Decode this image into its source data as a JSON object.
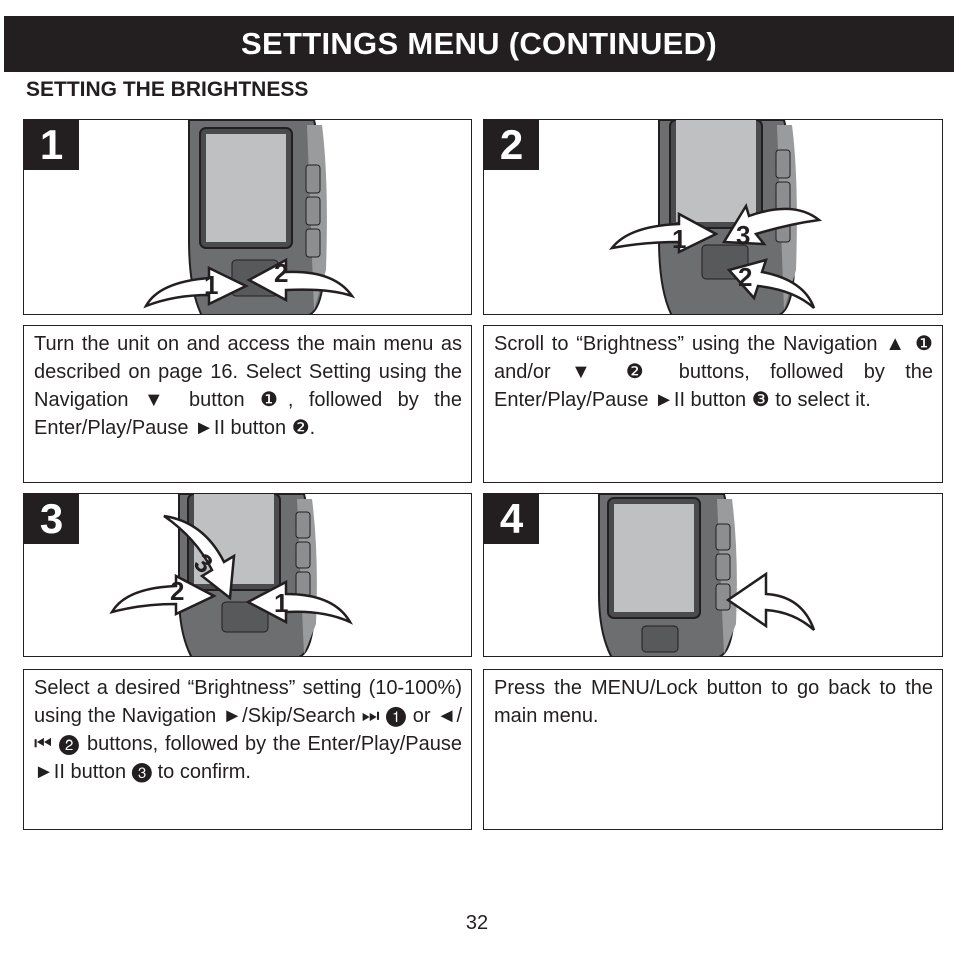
{
  "header": {
    "title": "SETTINGS MENU (CONTINUED)"
  },
  "section": {
    "title": "SETTING THE BRIGHTNESS"
  },
  "steps": [
    {
      "number": "1",
      "arrow_labels": [
        "1",
        "2"
      ],
      "text": "Turn the unit on and access the main menu as described on page 16. Select Setting using the Navigation ▼ button ❶, followed by the Enter/Play/Pause ►II button ❷."
    },
    {
      "number": "2",
      "arrow_labels": [
        "1",
        "3",
        "2"
      ],
      "text": "Scroll to “Brightness” using the Navigation ▲ ❶ and/or ▼ ❷ buttons, followed by the Enter/Play/Pause ►II button ❸ to select it."
    },
    {
      "number": "3",
      "arrow_labels": [
        "3",
        "2",
        "1"
      ],
      "text": "Select a desired “Brightness” setting (10-100%) using the Navigation ►/Skip/Search ⏭ ❶ or ◄/⏮ ❷ buttons, followed by the Enter/Play/Pause ►II button ❸ to confirm."
    },
    {
      "number": "4",
      "arrow_labels": [],
      "text": "Press the MENU/Lock button to go back to the main menu."
    }
  ],
  "footer": {
    "page_number": "32"
  }
}
